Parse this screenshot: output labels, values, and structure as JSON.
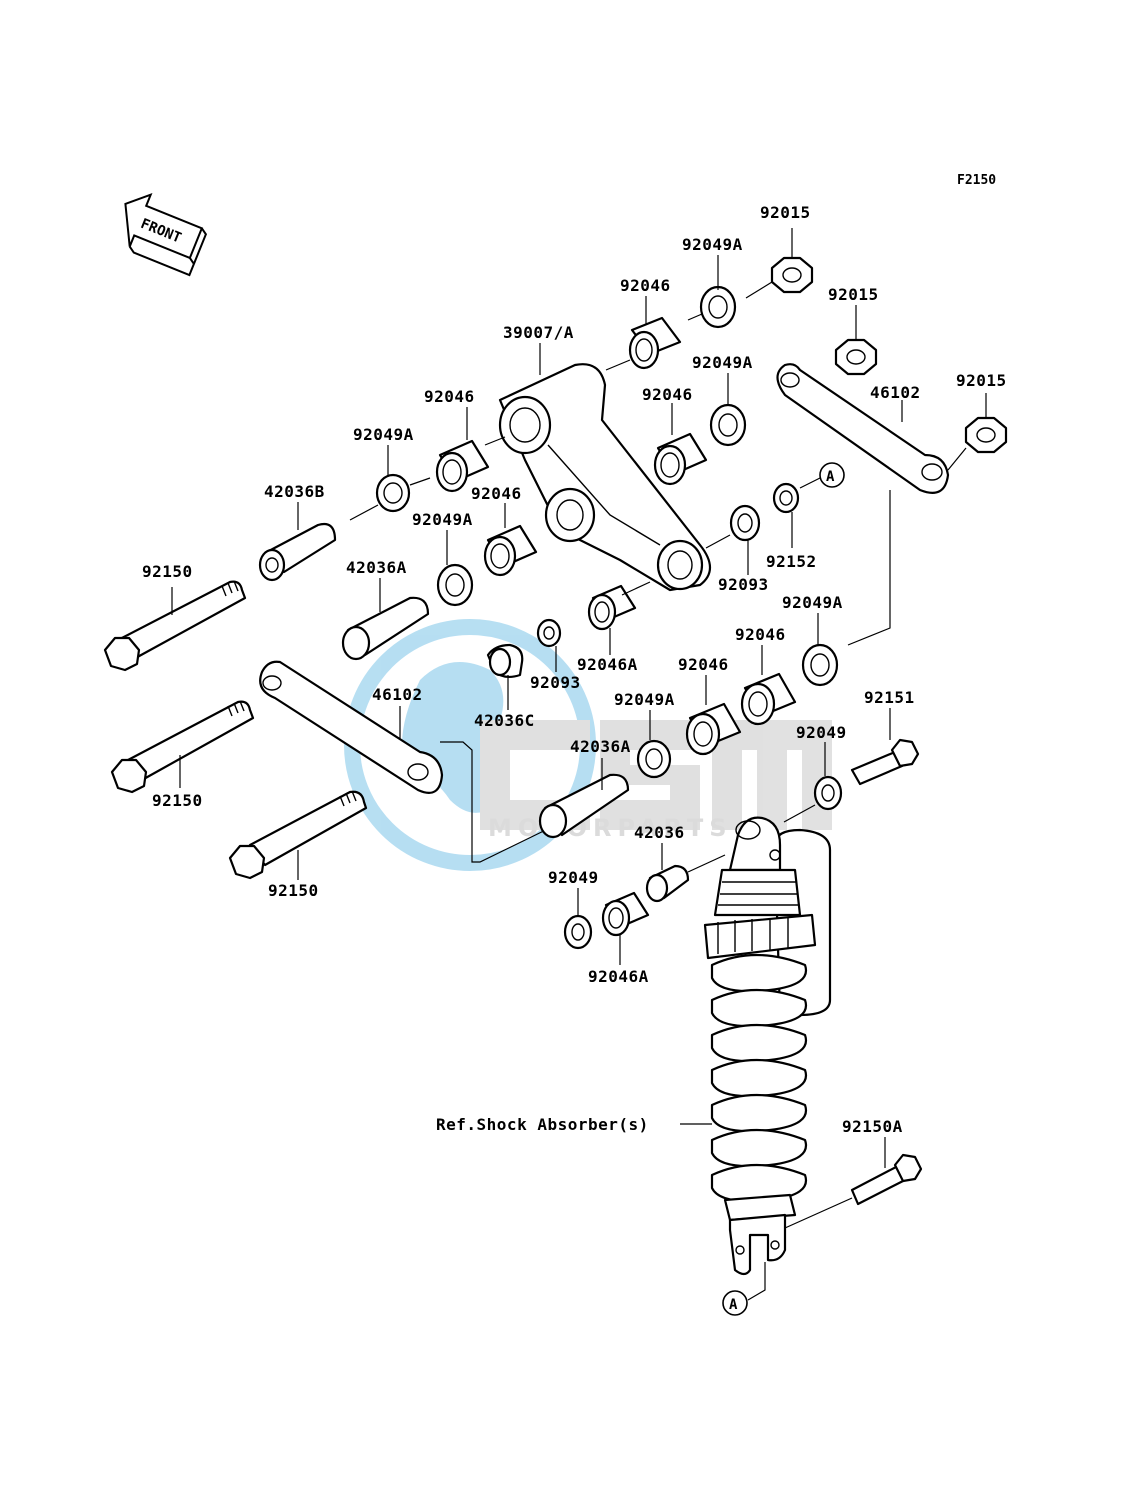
{
  "figure_code": "F2150",
  "front_label": "FRONT",
  "watermark": {
    "brand": "osm",
    "subtitle": "MOTORPARTS",
    "color_blue": "#7cc4e8",
    "color_gray": "#c8c8c8"
  },
  "callouts": {
    "a_top": "A",
    "a_bottom": "A"
  },
  "labels": {
    "p92015_top": "92015",
    "p92049A_top": "92049A",
    "p92046_top": "92046",
    "p92015_mid": "92015",
    "p39007A": "39007/A",
    "p92049A_mid": "92049A",
    "p92015_right": "92015",
    "p92046_left": "92046",
    "p92046_center": "92046",
    "p46102_right": "46102",
    "p92049A_left": "92049A",
    "p42036B": "42036B",
    "p92046_left2": "92046",
    "p92049A_left2": "92049A",
    "p92152": "92152",
    "p92093_right": "92093",
    "p92150_top": "92150",
    "p42036A_top": "42036A",
    "p92049A_right2": "92049A",
    "p92046_right2": "92046",
    "p92046A_mid": "92046A",
    "p92093_mid": "92093",
    "p92046_mid2": "92046",
    "p92049A_mid2": "92049A",
    "p92151": "92151",
    "p46102_left": "46102",
    "p42036C": "42036C",
    "p42036A_mid": "42036A",
    "p92049_right": "92049",
    "p92150_mid": "92150",
    "p42036": "42036",
    "p92150_bot": "92150",
    "p92049_bot": "92049",
    "p92046A_bot": "92046A",
    "ref_shock": "Ref.Shock Absorber(s)",
    "p92150A": "92150A"
  }
}
